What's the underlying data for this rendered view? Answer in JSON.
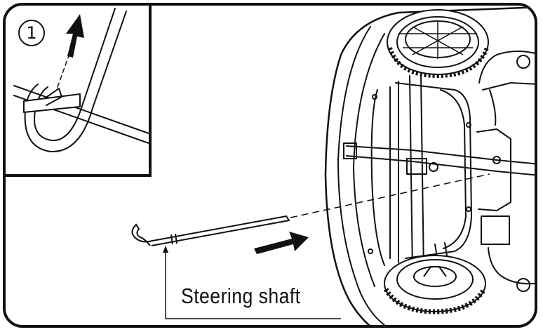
{
  "diagram": {
    "step_number": "1",
    "callout_label": "Steering shaft"
  },
  "colors": {
    "ink": "#111111",
    "paper": "#ffffff"
  },
  "icons": {
    "step_badge": "circled-number",
    "direction_arrows": "bold-arrow"
  }
}
